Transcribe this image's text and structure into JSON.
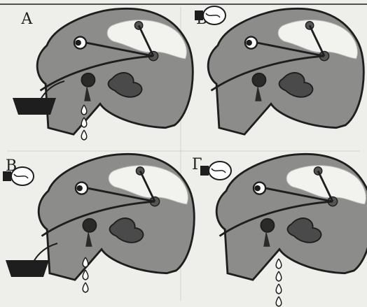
{
  "panels": [
    {
      "label": "А",
      "bowl": true,
      "bulb": false,
      "drops": 3
    },
    {
      "label": "Б",
      "bowl": false,
      "bulb": true,
      "drops": 0
    },
    {
      "label": "В",
      "bowl": true,
      "bulb": true,
      "drops": 3
    },
    {
      "label": "Г",
      "bowl": false,
      "bulb": true,
      "drops": 4
    }
  ],
  "colors": {
    "head": "#8c8c8a",
    "outline": "#1e1e1e",
    "brain": "#f2f2ee",
    "page": "#eeeeea"
  }
}
